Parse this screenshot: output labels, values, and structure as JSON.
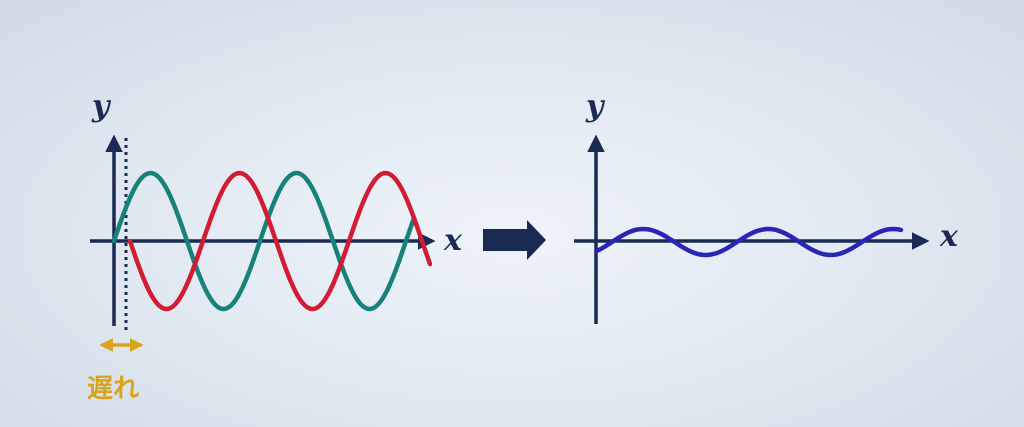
{
  "left_plot": {
    "x_label": "x",
    "y_label": "y",
    "delay_label": "遅れ"
  },
  "right_plot": {
    "x_label": "x",
    "y_label": "y"
  },
  "colors": {
    "axis": "#1b2a52",
    "wave_teal": "#17827a",
    "wave_red": "#d21c34",
    "wave_result": "#2b24b4",
    "delay": "#d9a31c",
    "arrow": "#1b2a52"
  }
}
